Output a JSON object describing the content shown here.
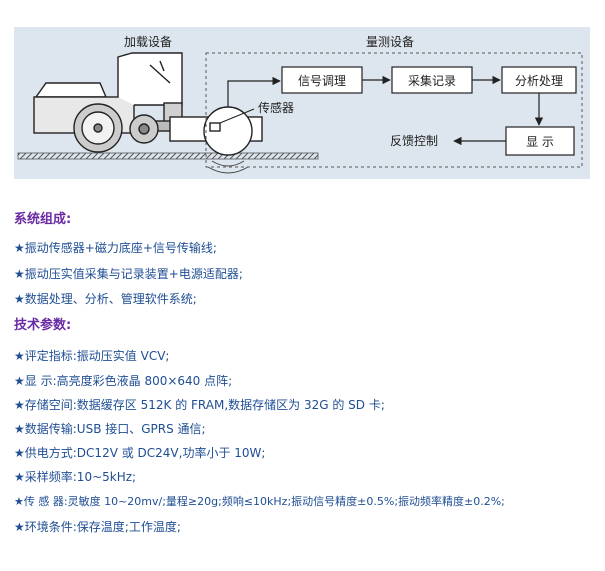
{
  "diagram": {
    "loading_equipment": "加载设备",
    "measuring_equipment": "量测设备",
    "sensor": "传感器",
    "signal_conditioning": "信号调理",
    "acquisition_recording": "采集记录",
    "analysis_processing": "分析处理",
    "display": "显  示",
    "feedback_control": "反馈控制"
  },
  "system_heading": "系统组成:",
  "system_items": [
    "振动传感器+磁力底座+信号传输线;",
    "振动压实值采集与记录装置+电源适配器;",
    "数据处理、分析、管理软件系统;"
  ],
  "tech_heading": "技术参数:",
  "tech_items": [
    "评定指标:振动压实值 VCV;",
    "显 示:高亮度彩色液晶 800×640 点阵;",
    "存储空间:数据缓存区 512K 的 FRAM,数据存储区为 32G 的 SD 卡;",
    "数据传输:USB 接口、GPRS 通信;",
    "供电方式:DC12V 或 DC24V,功率小于 10W;",
    "采样频率:10~5kHz;",
    "传 感 器:灵敏度 10~20mv/;量程≥20g;频响≤10kHz;振动信号精度±0.5%;振动频率精度±0.2%;",
    "环境条件:保存温度;工作温度;"
  ],
  "bullet_icon": "star-icon",
  "colors": {
    "heading": "#6a2aa3",
    "item_text": "#1f4e94",
    "diagram_bg": "#dde6ee"
  }
}
